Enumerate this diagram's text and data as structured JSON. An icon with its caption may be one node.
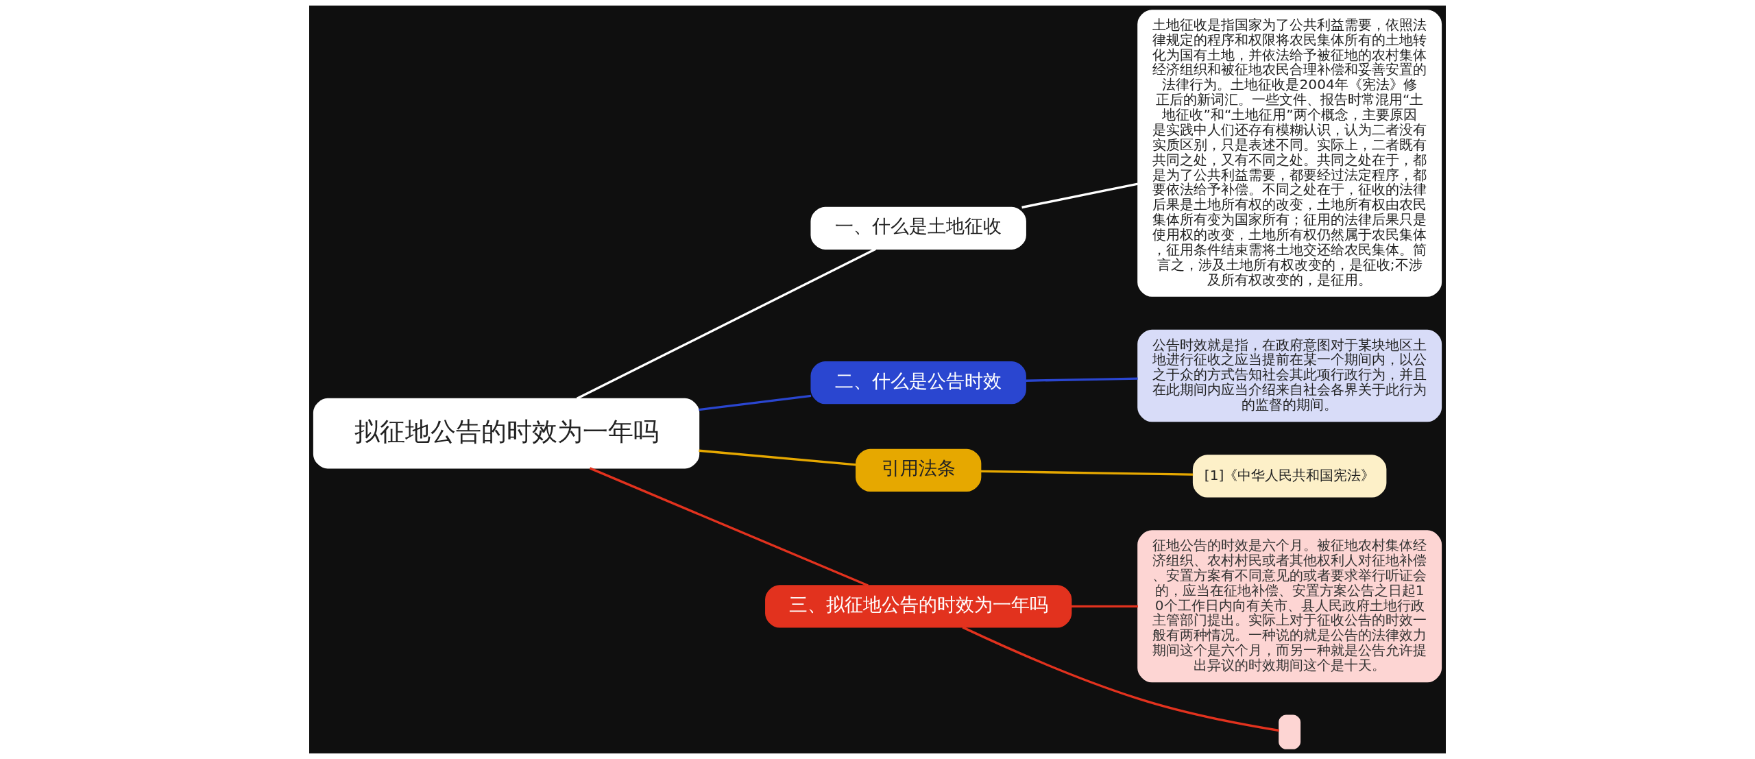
{
  "diagram": {
    "nodes": [
      {
        "text": [
          "拟征地公告的时效为一年吗"
        ]
      },
      {
        "text": [
          "一、什么是土地征收"
        ]
      },
      {
        "text": [
          "土地征收是指国家为了公共利益需要，依照法律规定的程序和权限将农民集体所有的土地转化为国有土地，并依法给予被征地的农村集体经济组织和被征地农民合理补偿和妥善安置的法律行为。土地征收是2004年《宪法》修正后的新词汇。一些文件、报告时常混用“土地征收”和“土地征用”两个概念，主要原因是实践中人们还存有模糊认识，认为二者没有实质区别，只是表述不同。实际上，二者既有共同之处，又有不同之处。共同之处在于，都是为了公共利益需要，都要经过法定程序，都要依法给予补偿。不同之处在于，征收的法律后果是土地所有权的改变，土地所有权由农民集体所有变为国家所有；征用的法律后果只是使用权的改变，土地所有权仍然属于农民集体，征用条件结束需将土地交还给农民集体。简言之，涉及土地所有权改变的，是征收;不涉及所有权改变的，是征用。"
        ]
      },
      {
        "text": [
          "二、什么是公告时效"
        ]
      },
      {
        "text": [
          "公告时效就是指，在政府意图对于某块地区土地进行征收之应当提前在某一个期间内，以公之于众的方式告知社会其此项行政行为，并且在此期间内应当介绍来自社会各界关于此行为的监督的期间。"
        ]
      },
      {
        "text": [
          "引用法条"
        ]
      },
      {
        "text": [
          "[1]《中华人民共和国宪法》"
        ]
      },
      {
        "text": [
          "三、拟征地公告的时效为一年吗"
        ]
      },
      {
        "text": [
          "征地公告的时效是六个月。被征地农村集体经济组织、农村村民或者其他权利人对征地补偿、安置方案有不同意见的或者要求举行听证会的，应当在征地补偿、安置方案公告之日起10个工作日内向有关市、县人民政府土地行政主管部门提出。实际上对于征收公告的时效一般有两种情况。一种说的就是公告的法律效力期间这个是六个月，而另一种就是公告允许提出异议的时效期间这个是十天。"
        ]
      },
      {
        "text": [],
        "shape": "box"
      }
    ],
    "edges": [
      {
        "from": 0,
        "to": 1,
        "arrow": "none",
        "color": "#ffffff"
      },
      {
        "from": 1,
        "to": 2,
        "arrow": "none",
        "color": "#ffffff"
      },
      {
        "from": 0,
        "to": 3,
        "arrow": "none",
        "color": "#2a46d0"
      },
      {
        "from": 3,
        "to": 4,
        "arrow": "none",
        "color": "#2a46d0"
      },
      {
        "from": 0,
        "to": 5,
        "arrow": "none",
        "color": "#e6a800"
      },
      {
        "from": 5,
        "to": 6,
        "arrow": "none",
        "color": "#e6a800"
      },
      {
        "from": 0,
        "to": 7,
        "arrow": "none",
        "color": "#e2321e"
      },
      {
        "from": 7,
        "to": 8,
        "arrow": "none",
        "color": "#e2321e"
      },
      {
        "from": 7,
        "to": 9,
        "arrow": "none",
        "color": "#e2321e"
      }
    ]
  }
}
